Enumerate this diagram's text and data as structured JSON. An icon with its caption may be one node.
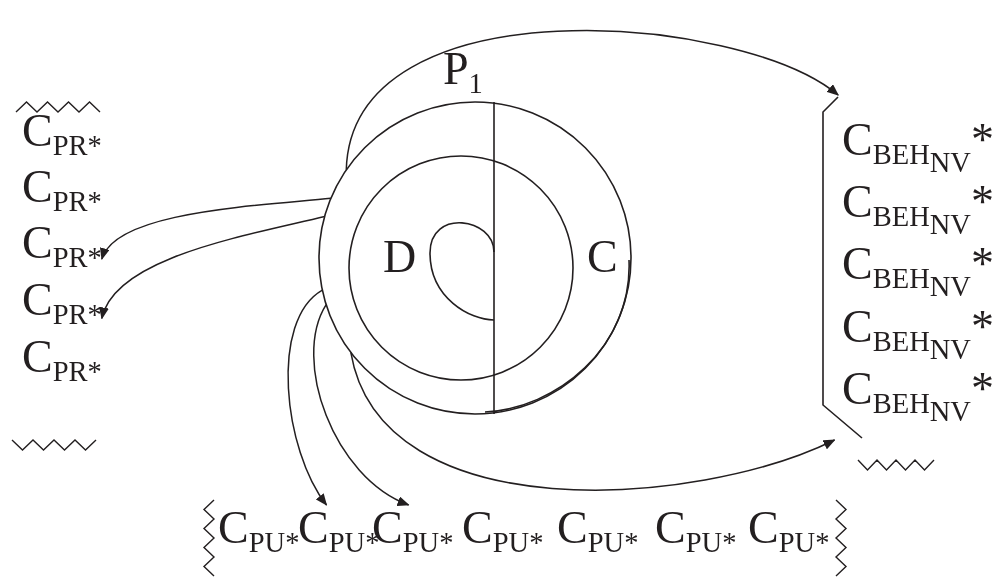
{
  "diagram": {
    "nodes": [
      {
        "text": [
          "P$_{1}$",
          "D",
          "C"
        ]
      },
      {
        "text": [
          "C$_{PR*}$"
        ]
      },
      {
        "text": [
          "C$_{PR*}$"
        ]
      },
      {
        "text": [
          "C$_{PR*}$"
        ]
      },
      {
        "text": [
          "C$_{PR*}$"
        ]
      },
      {
        "text": [
          "C$_{PR*}$"
        ]
      },
      {
        "text": [],
        "shape": "bracket"
      },
      {
        "text": [
          "C$_{BEH}$$_{NV}$*"
        ],
        "in": 6
      },
      {
        "text": [
          "C$_{BEH}$$_{NV}$*"
        ],
        "in": 6
      },
      {
        "text": [
          "C$_{BEH}$$_{NV}$*"
        ],
        "in": 6
      },
      {
        "text": [
          "C$_{BEH}$$_{NV}$*"
        ],
        "in": 6
      },
      {
        "text": [
          "C$_{BEH}$$_{NV}$*"
        ],
        "in": 6
      },
      {
        "text": [
          "C$_{PU*}$"
        ]
      },
      {
        "text": [
          "C$_{PU*}$"
        ]
      },
      {
        "text": [
          "C$_{PU*}$"
        ]
      },
      {
        "text": [
          "C$_{PU*}$"
        ]
      },
      {
        "text": [
          "C$_{PU*}$"
        ]
      },
      {
        "text": [
          "C$_{PU*}$"
        ]
      },
      {
        "text": [
          "C$_{PU*}$"
        ]
      }
    ],
    "edges": [
      {
        "from": 0,
        "to": 3,
        "arrow": "to"
      },
      {
        "from": 0,
        "to": 4,
        "arrow": "to"
      },
      {
        "from": 0,
        "to": 13,
        "arrow": "to"
      },
      {
        "from": 0,
        "to": 14,
        "arrow": "to"
      },
      {
        "from": 0,
        "to": 6,
        "arrow": "to"
      },
      {
        "from": 0,
        "to": 6,
        "arrow": "to"
      }
    ]
  }
}
